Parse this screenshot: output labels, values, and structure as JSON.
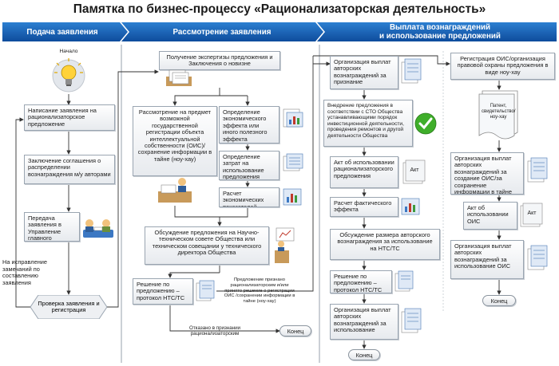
{
  "title": "Памятка по бизнес-процессу «Рационализаторская деятельность»",
  "lanes": [
    {
      "label": "Подача заявления"
    },
    {
      "label": "Рассмотрение заявления"
    },
    {
      "label": "Выплата вознаграждений\nи использование предложений"
    }
  ],
  "colors": {
    "header_dark": "#0d3f8a",
    "header_light": "#1f6dc0",
    "line": "#333333",
    "box_border": "#9aa5b1",
    "check": "#3fae2a"
  },
  "nodes": {
    "start": "Начало",
    "write_app": "Написание заявления на рационализаторское предложение",
    "agreement": "Заключение соглашения о распределении вознаграждения м/у авторами",
    "transfer": "Передача заявления в Управление главного технолога",
    "check_reg": "Проверка заявления и регистрация",
    "fix_note": "На исправление замечаний по составлению заявления",
    "expertise": "Получение экспертизы предложения и Заключения о новизне",
    "review_reg": "Рассмотрение на предмет возможной государственной регистрации объекта интеллектуальной собственности (ОИС)/ сохранение информации в тайне (ноу-хау)",
    "eco_effect": "Определение экономического эффекта или иного полезного эффекта",
    "cost_def": "Определение затрат на использование предложения",
    "eco_calc": "Расчет экономических показателей",
    "discussion": "Обсуждение предложения на Научно-техническом совете Общества или техническом совещании у технического директора Общества",
    "decision1": "Решение по предложению – протокол НТС/ТС",
    "recognized": "Предложение признано рационализаторским и/или принято решение о регистрации ОИС /сохранении информации в тайне (ноу-хау)",
    "refused": "Отказано в признании рационализаторским",
    "end1": "Конец",
    "pay_auth": "Организация выплат авторских вознаграждений за признание",
    "implement": "Внедрение предложения в соответствии с СТО Общества устанавливающими порядок инвестиционной деятельности, проведения ремонтов и другой деятельности Общества",
    "act_use": "Акт об использовании рационализаторского предложения",
    "fact_calc": "Расчет фактического эффекта",
    "discuss_size": "Обсуждение размера авторского вознаграждения за использование на НТС/ТС",
    "decision2": "Решение по предложению – протокол НТС/ТС",
    "pay_use": "Организация выплат авторских вознаграждений за использование",
    "end2": "Конец",
    "reg_ois": "Регистрация ОИС/организация правовой охраны предложения в виде ноу-хау",
    "pay_create": "Организация выплат авторских вознаграждений за создание ОИС/за сохранение информации в тайне",
    "act_ois": "Акт об использовании ОИС",
    "pay_ois": "Организация выплат авторских вознаграждений за использование ОИС",
    "end3": "Конец"
  },
  "docs": {
    "patent": "Патент, свидетельство/ ноу-хау",
    "act": "Акт"
  },
  "icons": [
    "lightbulb-icon",
    "document-stack-icon",
    "meeting-people-icon",
    "speaker-podium-icon",
    "chart-report-icon",
    "checkmark-icon",
    "act-document-icon",
    "patent-document-icon"
  ]
}
